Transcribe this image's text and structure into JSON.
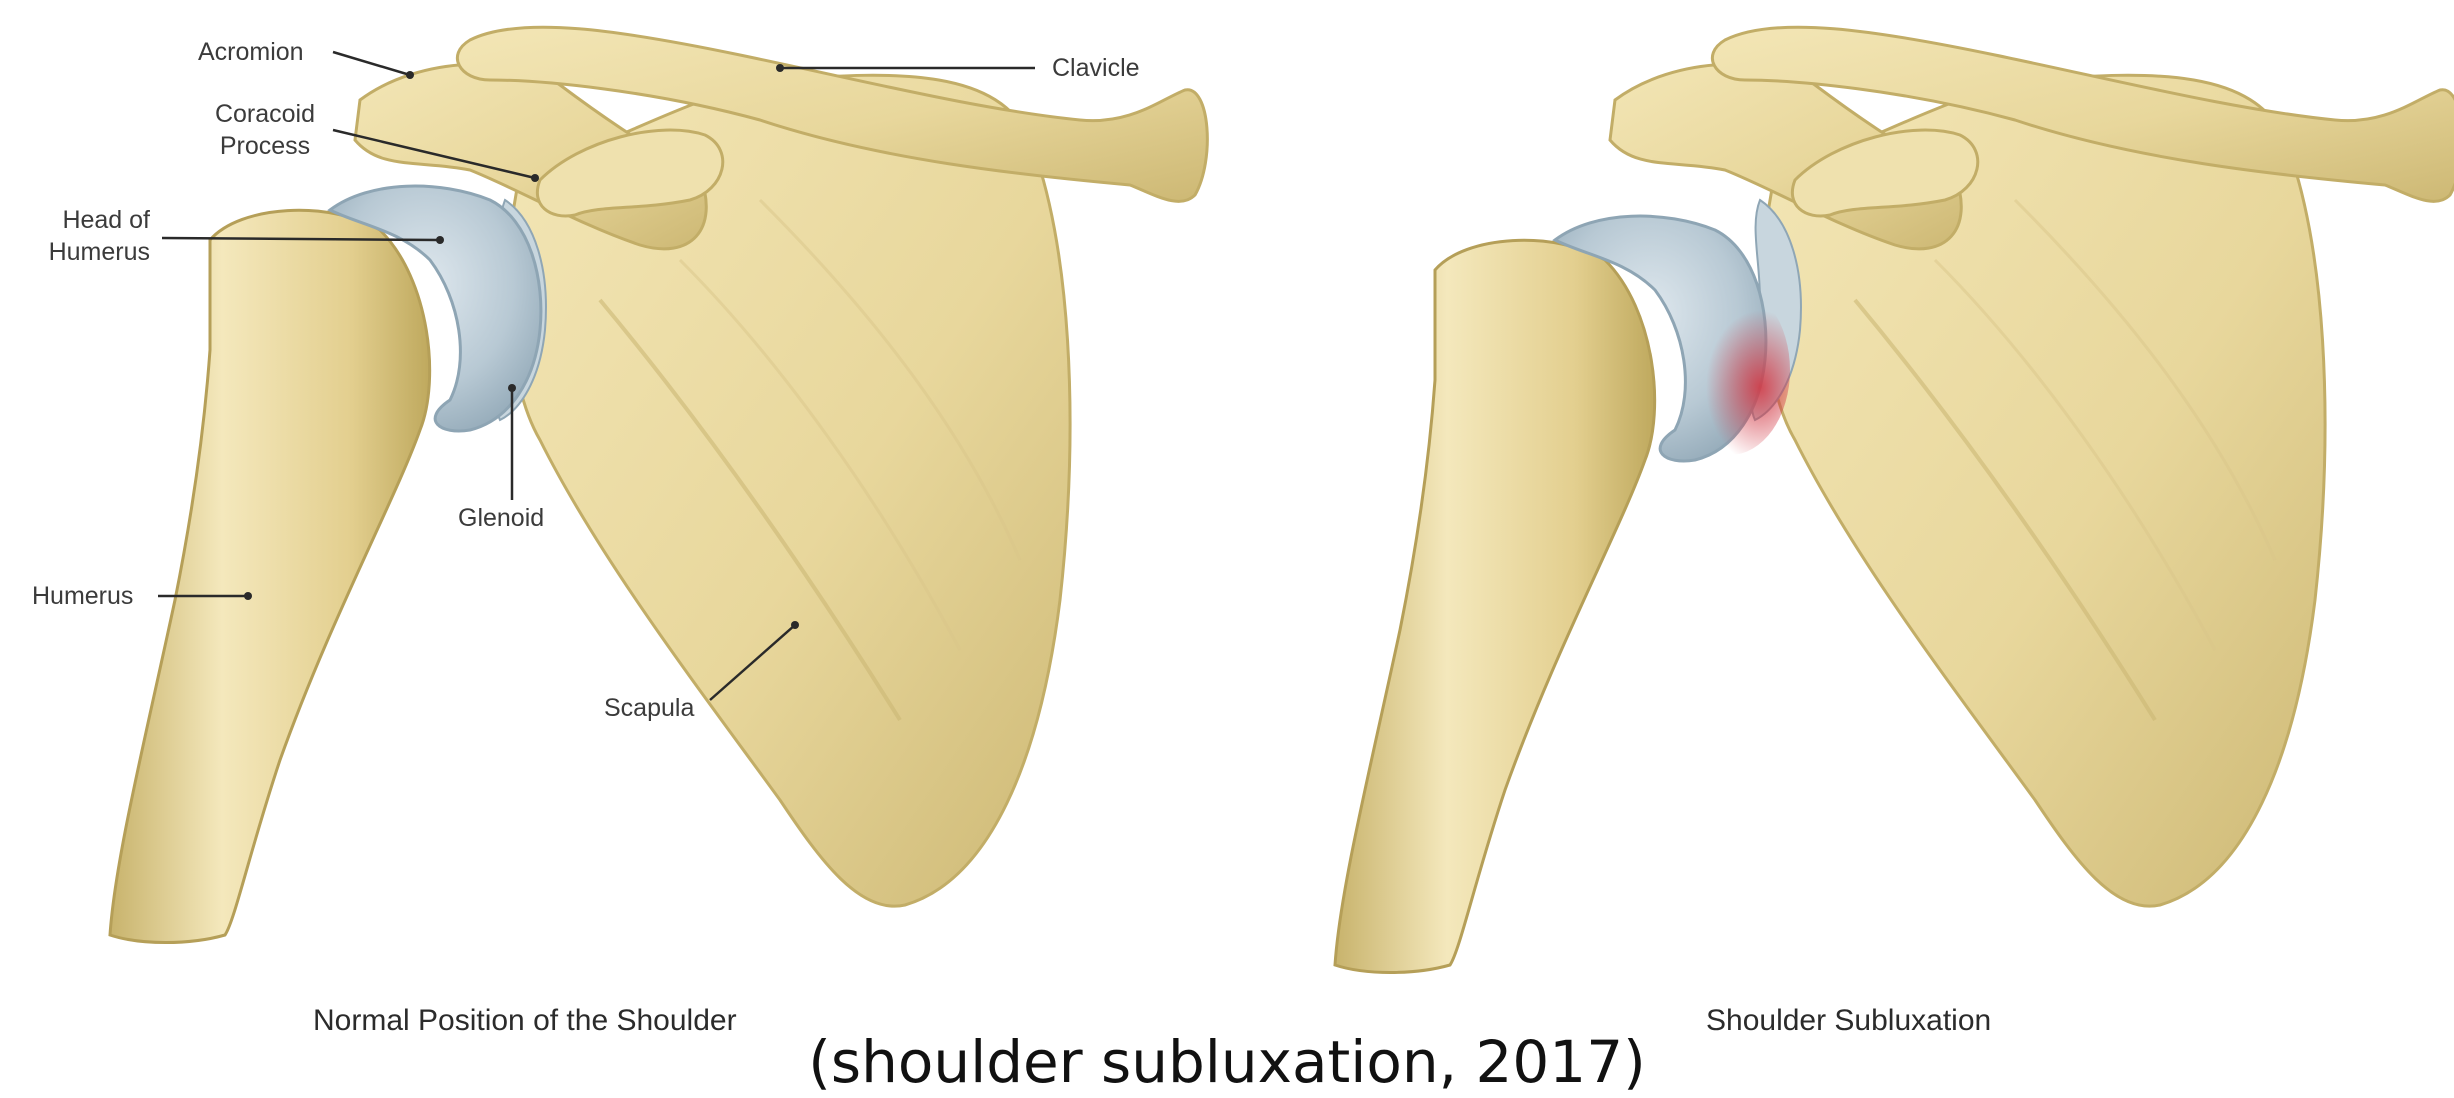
{
  "figure": {
    "panels": [
      {
        "caption": "Normal Position of the Shoulder",
        "labels": {
          "acromion": "Acromion",
          "clavicle": "Clavicle",
          "coracoid_line1": "Coracoid",
          "coracoid_line2": "Process",
          "head_line1": "Head of",
          "head_line2": "Humerus",
          "glenoid": "Glenoid",
          "humerus": "Humerus",
          "scapula": "Scapula"
        }
      },
      {
        "caption": "Shoulder Subluxation"
      }
    ],
    "citation": "(shoulder subluxation, 2017)",
    "colors": {
      "bone": "#ecdca3",
      "bone_shadow": "#c9b56e",
      "cartilage": "#b7c8d2",
      "inflammation": "#d23a46",
      "leader_line": "#2a2a2a"
    }
  }
}
